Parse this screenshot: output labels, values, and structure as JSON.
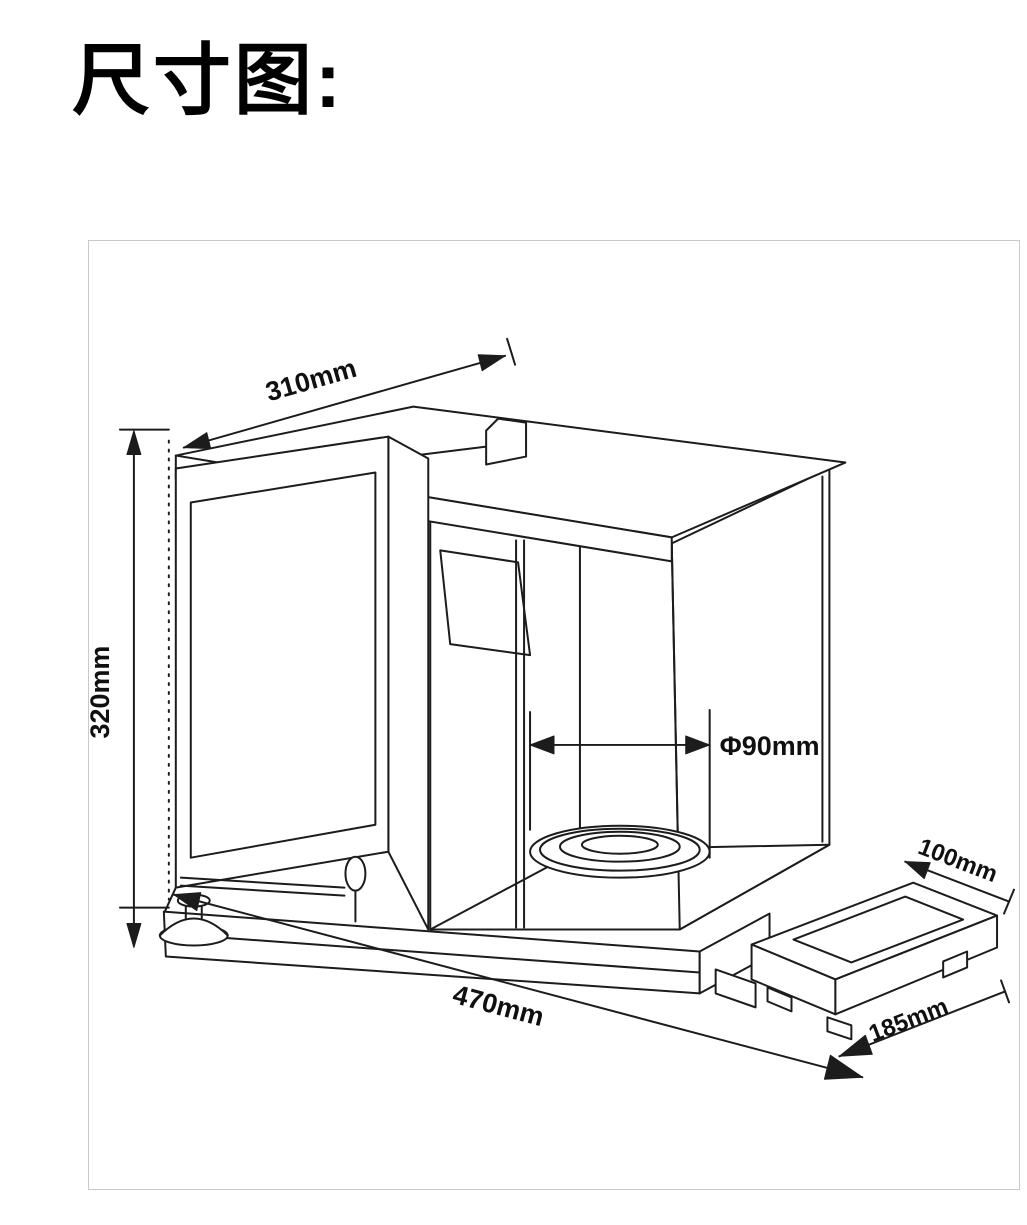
{
  "page": {
    "title": "尺寸图:"
  },
  "figure": {
    "subject": "analytical-balance-dimension-drawing",
    "labels": {
      "depth": "310mm",
      "height": "320mm",
      "pan_diameter": "Φ90mm",
      "width": "470mm",
      "terminal_depth": "100mm",
      "terminal_width": "185mm"
    },
    "colors": {
      "line": "#1c1c1c",
      "frame_border": "#c9c9c9",
      "background": "#ffffff",
      "text": "#101010"
    }
  }
}
